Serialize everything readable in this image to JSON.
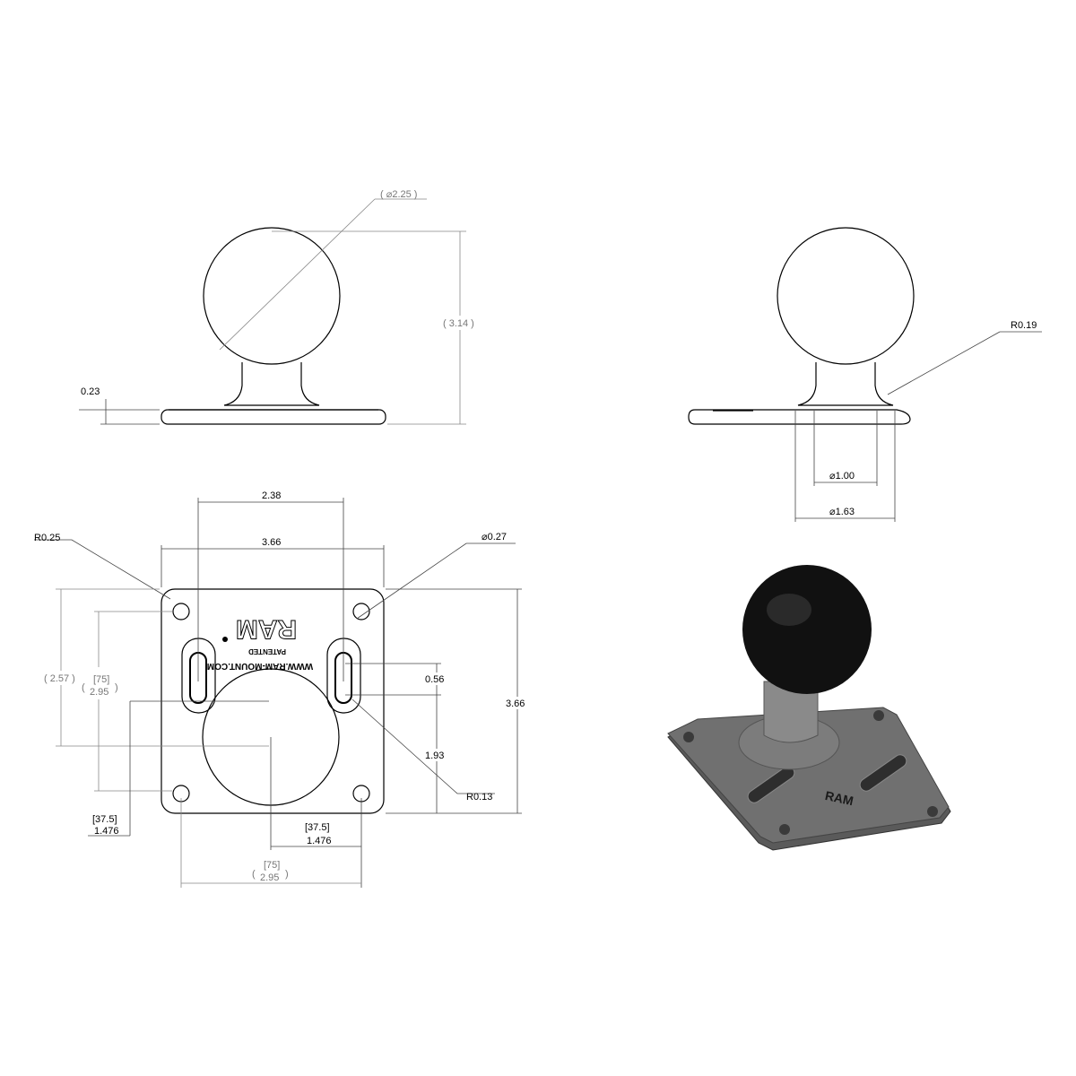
{
  "front_view": {
    "ball_diameter": "( ⌀2.25 )",
    "height": "( 3.14 )",
    "base_thickness": "0.23"
  },
  "side_view": {
    "fillet_radius": "R0.19",
    "neck_diameter": "⌀1.00",
    "flange_diameter": "⌀1.63"
  },
  "top_view": {
    "slot_spacing": "2.38",
    "plate_width": "3.66",
    "plate_height": "3.66",
    "corner_radius": "R0.25",
    "hole_diameter": "⌀0.27",
    "slot_length": "0.56",
    "slot_offset": "1.93",
    "slot_radius": "R0.13",
    "ball_offset_ref": "( 2.57 )",
    "vertical_hole_spacing_mm": "[75]",
    "vertical_hole_spacing_in": "2.95",
    "left_half_spacing_mm": "[37.5]",
    "left_half_spacing_in": "1.476",
    "bottom_half_spacing_mm": "[37.5]",
    "bottom_half_spacing_in": "1.476",
    "horizontal_hole_spacing_mm": "[75]",
    "horizontal_hole_spacing_in": "2.95",
    "logo_text": "RAM",
    "patent_text": "PATENTED",
    "url_text": "WWW.RAM-MOUNT.COM"
  },
  "render": {
    "logo_text": "RAM",
    "ball_color": "#111111",
    "plate_color": "#6a6a6a"
  }
}
